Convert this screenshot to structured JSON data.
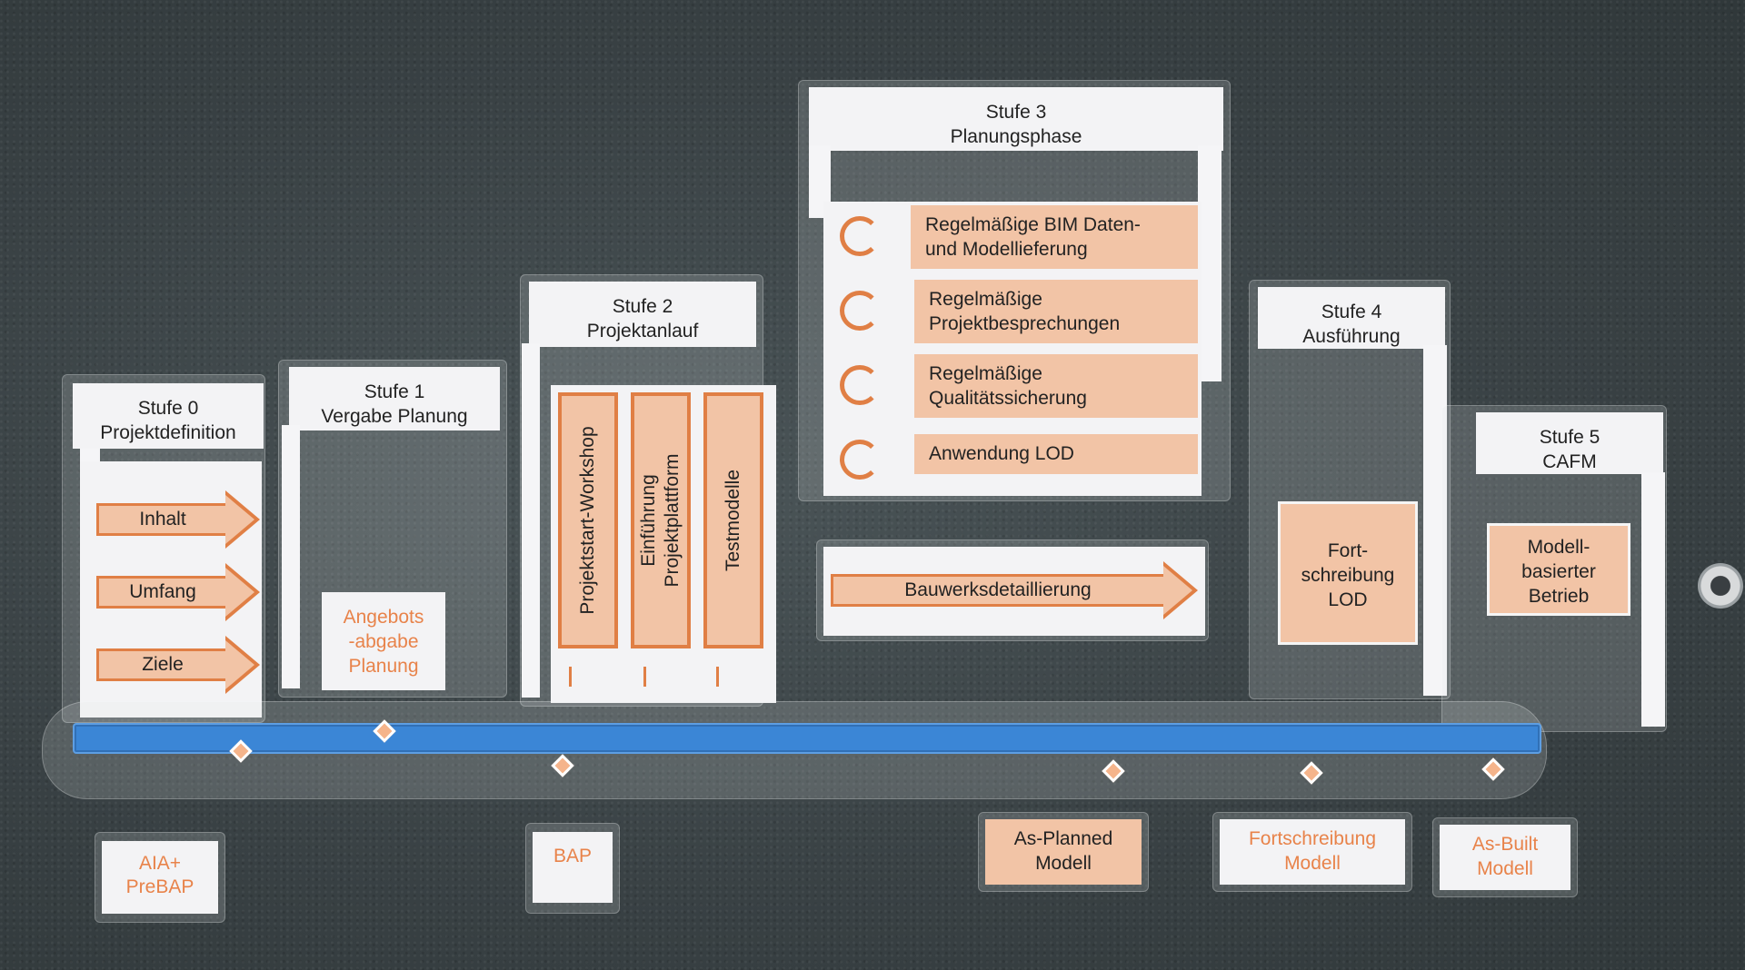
{
  "stages": [
    {
      "line1": "Stufe 0",
      "line2": "Projektdefinition"
    },
    {
      "line1": "Stufe 1",
      "line2": "Vergabe Planung"
    },
    {
      "line1": "Stufe 2",
      "line2": "Projektanlauf"
    },
    {
      "line1": "Stufe 3",
      "line2": "Planungsphase"
    },
    {
      "line1": "Stufe 4",
      "line2": "Ausführung"
    },
    {
      "line1": "Stufe 5",
      "line2": "CAFM"
    }
  ],
  "stage0_arrows": [
    "Inhalt",
    "Umfang",
    "Ziele"
  ],
  "stage1_card": {
    "line1": "Angebots",
    "line2": "-abgabe",
    "line3": "Planung"
  },
  "stage2_columns": [
    {
      "line1": "Projektstart-Workshop",
      "line2": ""
    },
    {
      "line1": "Einführung",
      "line2": "Projektplattform"
    },
    {
      "line1": "Testmodelle",
      "line2": ""
    }
  ],
  "stage3_items": [
    {
      "line1": "Regelmäßige BIM Daten-",
      "line2": "und Modellieferung"
    },
    {
      "line1": "Regelmäßige",
      "line2": "Projektbesprechungen"
    },
    {
      "line1": "Regelmäßige",
      "line2": "Qualitätssicherung"
    },
    {
      "line1": "Anwendung LOD",
      "line2": ""
    }
  ],
  "stage3_arrow": "Bauwerksdetaillierung",
  "stage4_card": {
    "line1": "Fort-",
    "line2": "schreibung",
    "line3": "LOD"
  },
  "stage5_card": {
    "line1": "Modell-",
    "line2": "basierter",
    "line3": "Betrieb"
  },
  "deliverables": [
    {
      "line1": "AIA+",
      "line2": "PreBAP"
    },
    {
      "line1": "BAP",
      "line2": ""
    },
    {
      "line1": "As-Planned",
      "line2": "Modell"
    },
    {
      "line1": "Fortschreibung",
      "line2": "Modell"
    },
    {
      "line1": "As-Built",
      "line2": "Modell"
    }
  ],
  "colors": {
    "timeline": "#3b86d6",
    "accent_orange": "#e07f45",
    "card_orange": "#f2c4a6",
    "board": "#3c4548"
  }
}
